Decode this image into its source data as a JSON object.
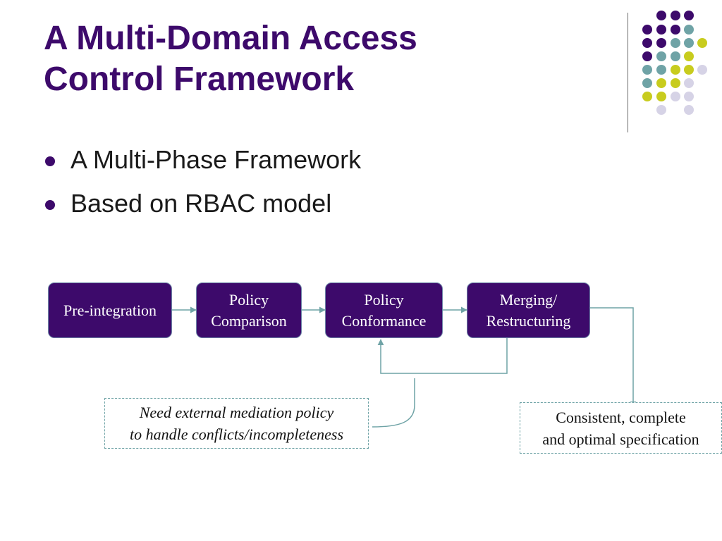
{
  "slide": {
    "title_line1": "A Multi-Domain Access",
    "title_line2": "Control Framework",
    "bullets": [
      "A Multi-Phase Framework",
      "Based on RBAC model"
    ]
  },
  "diagram": {
    "nodes": [
      {
        "id": "pre-integration",
        "lines": [
          "Pre-integration"
        ]
      },
      {
        "id": "policy-comparison",
        "lines": [
          "Policy",
          "Comparison"
        ]
      },
      {
        "id": "policy-conformance",
        "lines": [
          "Policy",
          "Conformance"
        ]
      },
      {
        "id": "merging-restructuring",
        "lines": [
          "Merging/",
          "Restructuring"
        ]
      }
    ],
    "mediation_note": {
      "line1": "Need external mediation policy",
      "line2": "to handle conflicts/incompleteness"
    },
    "output_note": {
      "line1": "Consistent, complete",
      "line2": "and optimal specification"
    }
  },
  "colors": {
    "title": "#3d0a6b",
    "node_fill": "#3d0a6b",
    "connector": "#6fa3a6",
    "dot_purple": "#3d0a6b",
    "dot_teal": "#6fa3a6",
    "dot_yellow": "#c8cc1e",
    "dot_lavender": "#d6d3e6"
  }
}
